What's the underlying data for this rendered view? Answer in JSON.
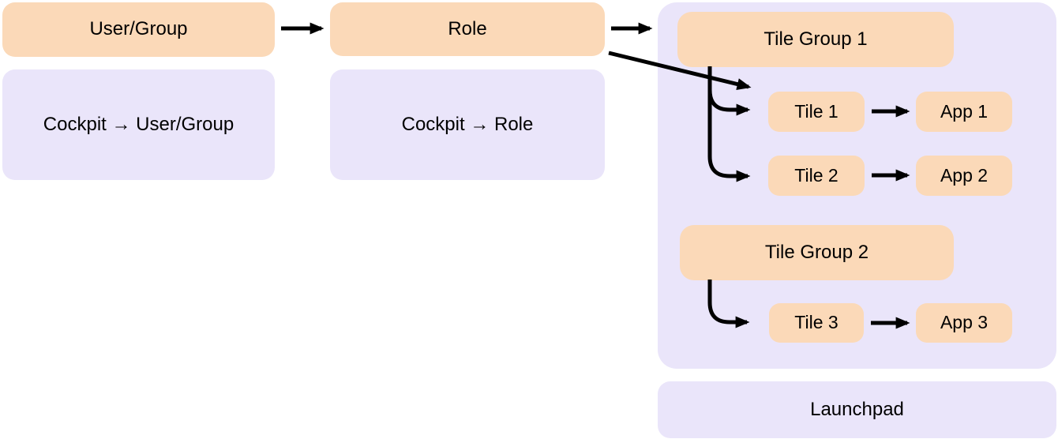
{
  "colors": {
    "peach": "#fbd9b8",
    "lavender": "#eae5fa",
    "arrow": "#000000",
    "text": "#000000",
    "background": "#ffffff"
  },
  "nodes": {
    "user_group": "User/Group",
    "cockpit_user_group": "Cockpit → User/Group",
    "role": "Role",
    "cockpit_role": "Cockpit → Role",
    "tile_group_1": "Tile Group 1",
    "tile_1": "Tile 1",
    "app_1": "App 1",
    "tile_2": "Tile 2",
    "app_2": "App 2",
    "tile_group_2": "Tile Group 2",
    "tile_3": "Tile 3",
    "app_3": "App 3",
    "launchpad": "Launchpad"
  },
  "connections": [
    {
      "from": "User/Group",
      "to": "Role"
    },
    {
      "from": "Role",
      "to": "Tile Group 1"
    },
    {
      "from": "Role",
      "to": "Tile 1"
    },
    {
      "from": "Tile Group 1",
      "to": "Tile 1"
    },
    {
      "from": "Tile Group 1",
      "to": "Tile 2"
    },
    {
      "from": "Tile 1",
      "to": "App 1"
    },
    {
      "from": "Tile 2",
      "to": "App 2"
    },
    {
      "from": "Tile Group 2",
      "to": "Tile 3"
    },
    {
      "from": "Tile 3",
      "to": "App 3"
    }
  ]
}
